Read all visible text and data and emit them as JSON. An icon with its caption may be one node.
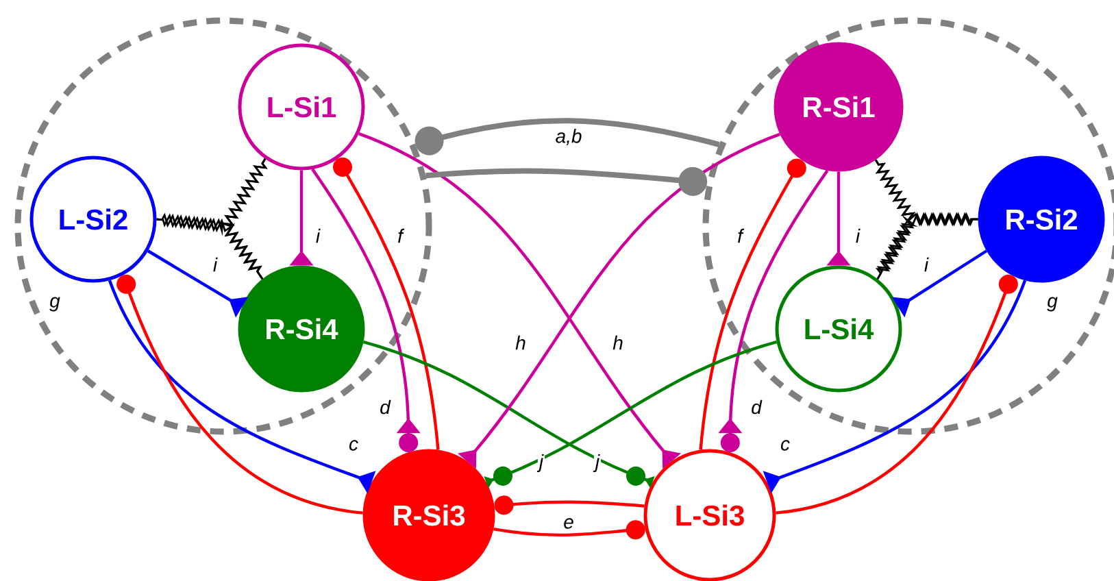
{
  "diagram": {
    "nodes": [
      {
        "text": [],
        "shape": "circle"
      },
      {
        "text": [],
        "shape": "circle"
      },
      {
        "text": [
          "L-Si1"
        ],
        "in": 0
      },
      {
        "text": [
          "L-Si2"
        ],
        "in": 0
      },
      {
        "text": [
          "R-Si4"
        ],
        "in": 0
      },
      {
        "text": [
          "R-Si1"
        ],
        "in": 1
      },
      {
        "text": [
          "R-Si2"
        ],
        "in": 1
      },
      {
        "text": [
          "L-Si4"
        ],
        "in": 1
      },
      {
        "text": [
          "R-Si3"
        ]
      },
      {
        "text": [
          "L-Si3"
        ]
      }
    ],
    "edges": [
      {
        "from": 2,
        "to": 4,
        "arrow": "other",
        "label": "i",
        "color": "#cc0099"
      },
      {
        "from": 3,
        "to": 4,
        "arrow": "other",
        "label": "i",
        "color": "#0000ff"
      },
      {
        "from": 2,
        "to": 8,
        "arrow": "other",
        "label": "d",
        "color": "#cc0099"
      },
      {
        "from": 8,
        "to": 2,
        "arrow": "other",
        "label": "f",
        "color": "#ff0000"
      },
      {
        "from": 3,
        "to": 8,
        "arrow": "other",
        "label": "c",
        "color": "#0000ff"
      },
      {
        "from": 8,
        "to": 3,
        "arrow": "other",
        "label": "g",
        "color": "#ff0000"
      },
      {
        "from": 2,
        "to": 9,
        "arrow": "other",
        "label": "h",
        "color": "#cc0099"
      },
      {
        "from": 4,
        "to": 9,
        "arrow": "other",
        "label": "j",
        "color": "#008000"
      },
      {
        "from": 5,
        "to": 7,
        "arrow": "other",
        "label": "i",
        "color": "#cc0099"
      },
      {
        "from": 6,
        "to": 7,
        "arrow": "other",
        "label": "i",
        "color": "#0000ff"
      },
      {
        "from": 5,
        "to": 9,
        "arrow": "other",
        "label": "d",
        "color": "#cc0099"
      },
      {
        "from": 9,
        "to": 5,
        "arrow": "other",
        "label": "f",
        "color": "#ff0000"
      },
      {
        "from": 6,
        "to": 9,
        "arrow": "other",
        "label": "c",
        "color": "#0000ff"
      },
      {
        "from": 9,
        "to": 6,
        "arrow": "other",
        "label": "g",
        "color": "#ff0000"
      },
      {
        "from": 5,
        "to": 8,
        "arrow": "other",
        "label": "h",
        "color": "#cc0099"
      },
      {
        "from": 7,
        "to": 8,
        "arrow": "other",
        "label": "j",
        "color": "#008000"
      },
      {
        "from": 9,
        "to": 8,
        "arrow": "other",
        "label": "e",
        "color": "#ff0000"
      },
      {
        "from": 8,
        "to": 9,
        "arrow": "other",
        "color": "#ff0000"
      },
      {
        "from": 2,
        "to": 3,
        "arrow": "none",
        "color": "#000000"
      },
      {
        "from": 2,
        "to": 4,
        "arrow": "none",
        "color": "#000000"
      },
      {
        "from": 3,
        "to": 4,
        "arrow": "none",
        "color": "#000000"
      },
      {
        "from": 5,
        "to": 6,
        "arrow": "none",
        "color": "#000000"
      },
      {
        "from": 5,
        "to": 7,
        "arrow": "none",
        "color": "#000000"
      },
      {
        "from": 6,
        "to": 7,
        "arrow": "none",
        "color": "#000000"
      },
      {
        "from": 1,
        "to": 0,
        "arrow": "other",
        "label": "a,b",
        "color": "#808080",
        "style": "thick"
      },
      {
        "from": 0,
        "to": 1,
        "arrow": "other",
        "color": "#808080",
        "style": "thick"
      }
    ]
  }
}
